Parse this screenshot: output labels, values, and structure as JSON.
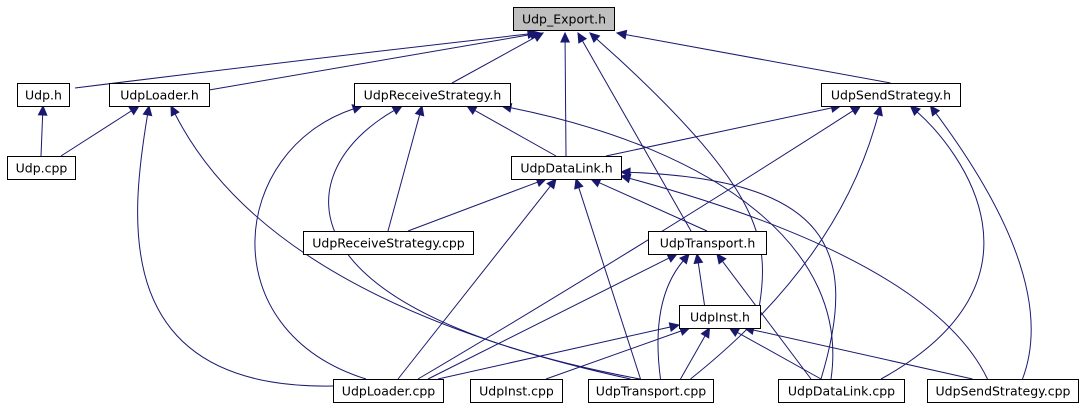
{
  "nodes": [
    {
      "id": "udp_export_h",
      "label": "Udp_Export.h",
      "highlighted": true
    },
    {
      "id": "udp_h",
      "label": "Udp.h"
    },
    {
      "id": "udploader_h",
      "label": "UdpLoader.h"
    },
    {
      "id": "udpreceivestrategy_h",
      "label": "UdpReceiveStrategy.h"
    },
    {
      "id": "udpsendstrategy_h",
      "label": "UdpSendStrategy.h"
    },
    {
      "id": "udp_cpp",
      "label": "Udp.cpp"
    },
    {
      "id": "udpdatalink_h",
      "label": "UdpDataLink.h"
    },
    {
      "id": "udpreceivestrategy_cpp",
      "label": "UdpReceiveStrategy.cpp"
    },
    {
      "id": "udptransport_h",
      "label": "UdpTransport.h"
    },
    {
      "id": "udpinst_h",
      "label": "UdpInst.h"
    },
    {
      "id": "udploader_cpp",
      "label": "UdpLoader.cpp"
    },
    {
      "id": "udpinst_cpp",
      "label": "UdpInst.cpp"
    },
    {
      "id": "udptransport_cpp",
      "label": "UdpTransport.cpp"
    },
    {
      "id": "udpdatalink_cpp",
      "label": "UdpDataLink.cpp"
    },
    {
      "id": "udpsendstrategy_cpp",
      "label": "UdpSendStrategy.cpp"
    }
  ],
  "edges": [
    {
      "from": "udp_h",
      "to": "udp_export_h"
    },
    {
      "from": "udploader_h",
      "to": "udp_export_h"
    },
    {
      "from": "udpreceivestrategy_h",
      "to": "udp_export_h"
    },
    {
      "from": "udpdatalink_h",
      "to": "udp_export_h"
    },
    {
      "from": "udptransport_h",
      "to": "udp_export_h"
    },
    {
      "from": "udpinst_h",
      "to": "udp_export_h"
    },
    {
      "from": "udpsendstrategy_h",
      "to": "udp_export_h"
    },
    {
      "from": "udp_cpp",
      "to": "udp_h"
    },
    {
      "from": "udp_cpp",
      "to": "udploader_h"
    },
    {
      "from": "udploader_cpp",
      "to": "udploader_h"
    },
    {
      "from": "udptransport_cpp",
      "to": "udploader_h"
    },
    {
      "from": "udpreceivestrategy_cpp",
      "to": "udpreceivestrategy_h"
    },
    {
      "from": "udpdatalink_h",
      "to": "udpreceivestrategy_h"
    },
    {
      "from": "udploader_cpp",
      "to": "udpreceivestrategy_h"
    },
    {
      "from": "udptransport_cpp",
      "to": "udpreceivestrategy_h"
    },
    {
      "from": "udpdatalink_cpp",
      "to": "udpreceivestrategy_h"
    },
    {
      "from": "udpdatalink_h",
      "to": "udpsendstrategy_h"
    },
    {
      "from": "udploader_cpp",
      "to": "udpsendstrategy_h"
    },
    {
      "from": "udptransport_cpp",
      "to": "udpsendstrategy_h"
    },
    {
      "from": "udpdatalink_cpp",
      "to": "udpsendstrategy_h"
    },
    {
      "from": "udpsendstrategy_cpp",
      "to": "udpsendstrategy_h"
    },
    {
      "from": "udpreceivestrategy_cpp",
      "to": "udpdatalink_h"
    },
    {
      "from": "udptransport_h",
      "to": "udpdatalink_h"
    },
    {
      "from": "udploader_cpp",
      "to": "udpdatalink_h"
    },
    {
      "from": "udptransport_cpp",
      "to": "udpdatalink_h"
    },
    {
      "from": "udpdatalink_cpp",
      "to": "udpdatalink_h"
    },
    {
      "from": "udpsendstrategy_cpp",
      "to": "udpdatalink_h"
    },
    {
      "from": "udpinst_h",
      "to": "udptransport_h"
    },
    {
      "from": "udploader_cpp",
      "to": "udptransport_h"
    },
    {
      "from": "udptransport_cpp",
      "to": "udptransport_h"
    },
    {
      "from": "udpdatalink_cpp",
      "to": "udptransport_h"
    },
    {
      "from": "udploader_cpp",
      "to": "udpinst_h"
    },
    {
      "from": "udpinst_cpp",
      "to": "udpinst_h"
    },
    {
      "from": "udptransport_cpp",
      "to": "udpinst_h"
    },
    {
      "from": "udpdatalink_cpp",
      "to": "udpinst_h"
    },
    {
      "from": "udpsendstrategy_cpp",
      "to": "udpinst_h"
    }
  ],
  "colors": {
    "edge": "#191970",
    "node_border": "#000000",
    "root_fill": "#bfbfbf",
    "node_fill": "#ffffff"
  }
}
